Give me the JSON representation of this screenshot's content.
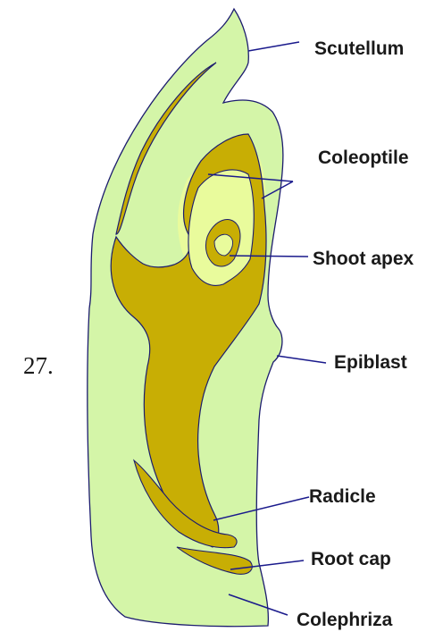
{
  "figure": {
    "number": "27.",
    "colors": {
      "tissue": "#d4f5a8",
      "inner_tissue": "#e9fb9c",
      "embryo": "#c8ae04",
      "outline": "#1c1c6e",
      "pointer": "#1a1a8c"
    },
    "labels": {
      "scutellum": "Scutellum",
      "coleoptile": "Coleoptile",
      "shoot_apex": "Shoot apex",
      "epiblast": "Epiblast",
      "radicle": "Radicle",
      "root_cap": "Root cap",
      "coleorhiza": "Colephriza"
    }
  }
}
